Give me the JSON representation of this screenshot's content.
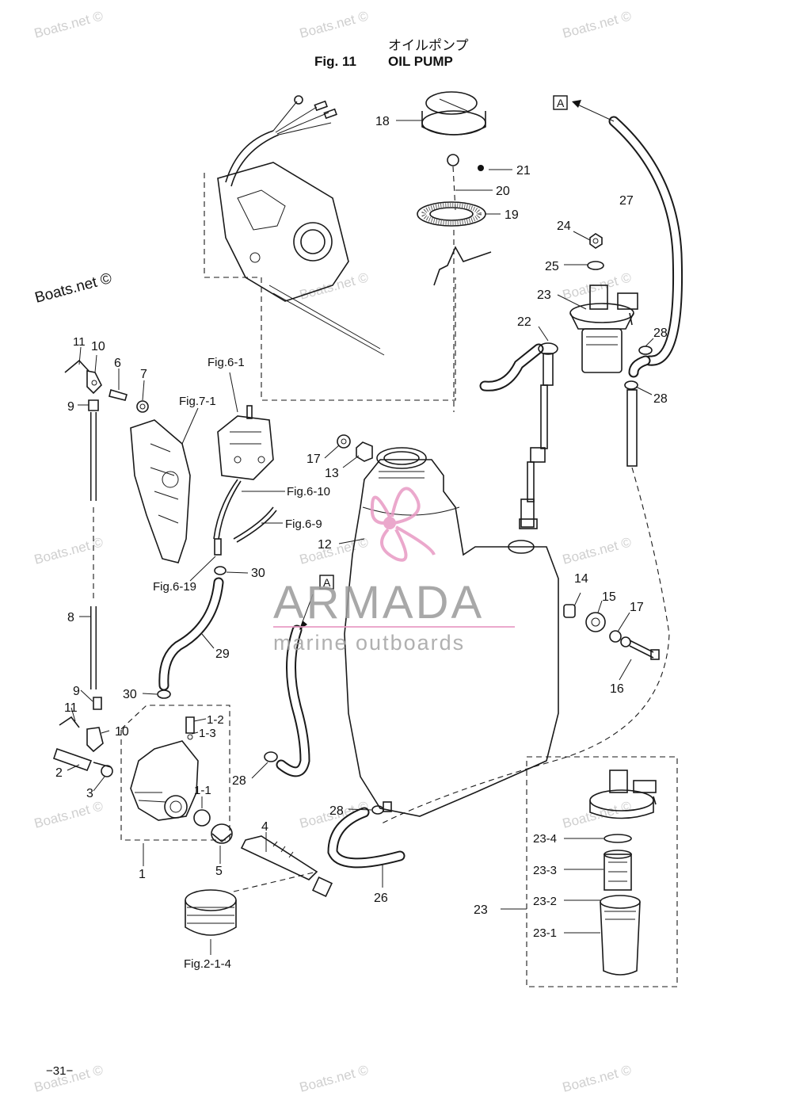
{
  "header": {
    "title_ja": "オイルポンプ",
    "fig_label": "Fig. 11",
    "title_en": "OIL PUMP"
  },
  "page_number": "−31−",
  "watermark": {
    "text": "Boats.net ©",
    "color": "#cfcfcf"
  },
  "logo": {
    "name": "ARMADA",
    "tagline": "marine outboards",
    "primary_color": "#9a9a9a",
    "accent_color": "#e89ac4"
  },
  "box_markers": {
    "top": "A",
    "middle": "A"
  },
  "callouts": {
    "c18": "18",
    "c21": "21",
    "c20": "20",
    "c19": "19",
    "c27": "27",
    "c24": "24",
    "c25": "25",
    "c23a": "23",
    "c22": "22",
    "c28a": "28",
    "c28b": "28",
    "c11a": "11",
    "c10a": "10",
    "c6": "6",
    "c7": "7",
    "c9a": "9",
    "fig6_1": "Fig.6-1",
    "fig7_1": "Fig.7-1",
    "c17a": "17",
    "c13": "13",
    "fig6_10": "Fig.6-10",
    "fig6_9": "Fig.6-9",
    "c12": "12",
    "fig6_19": "Fig.6-19",
    "c30a": "30",
    "c14": "14",
    "c15": "15",
    "c17b": "17",
    "c8": "8",
    "c29": "29",
    "c16": "16",
    "c30b": "30",
    "c9b": "9",
    "c11b": "11",
    "c10b": "10",
    "c1_2": "1-2",
    "c1_3": "1-3",
    "c2": "2",
    "c3": "3",
    "c28c": "28",
    "c1_1": "1-1",
    "c28d": "28",
    "c4": "4",
    "c1": "1",
    "c5": "5",
    "c26": "26",
    "fig2_1_4": "Fig.2-1-4",
    "c23_4": "23-4",
    "c23_3": "23-3",
    "c23b": "23",
    "c23_2": "23-2",
    "c23_1": "23-1"
  }
}
